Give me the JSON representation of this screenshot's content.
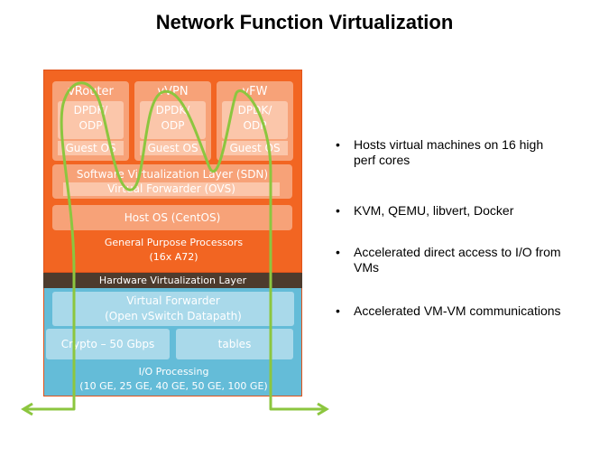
{
  "title": "Network Function Virtualization",
  "vms": [
    {
      "name": "vRouter",
      "inner": [
        "DPDK/",
        "ODP"
      ],
      "guest": "Guest OS"
    },
    {
      "name": "vVPN",
      "inner": [
        "DPDK/",
        "ODP"
      ],
      "guest": "Guest OS"
    },
    {
      "name": "vFW",
      "inner": [
        "DPDK/",
        "ODP"
      ],
      "guest": "Guest OS"
    }
  ],
  "software_layer": "Software Virtualization Layer (SDN)",
  "virtual_forwarder_ovs": "Virtual Forwarder (OVS)",
  "host_os": "Host OS (CentOS)",
  "gpp": [
    "General Purpose Processors",
    "(16x A72)"
  ],
  "hw_layer": "Hardware Virtualization Layer",
  "io": {
    "virtual_forwarder": [
      "Virtual Forwarder",
      "(Open vSwitch Datapath)"
    ],
    "crypto": "Crypto – 50 Gbps",
    "tables": "tables",
    "processing": [
      "I/O Processing",
      "(10 GE, 25 GE, 40 GE, 50 GE, 100 GE)"
    ]
  },
  "bullets": [
    [
      "Hosts virtual machines on 16 high",
      "perf cores"
    ],
    [
      "KVM, QEMU, libvert, Docker"
    ],
    [
      "Accelerated direct access to I/O from",
      "VMs"
    ],
    [
      "Accelerated VM-VM communications"
    ]
  ],
  "colors": {
    "orange": "#f26522",
    "blue": "#64bcd8",
    "flow": "#8cc63f",
    "dark": "#4d3b2d"
  }
}
